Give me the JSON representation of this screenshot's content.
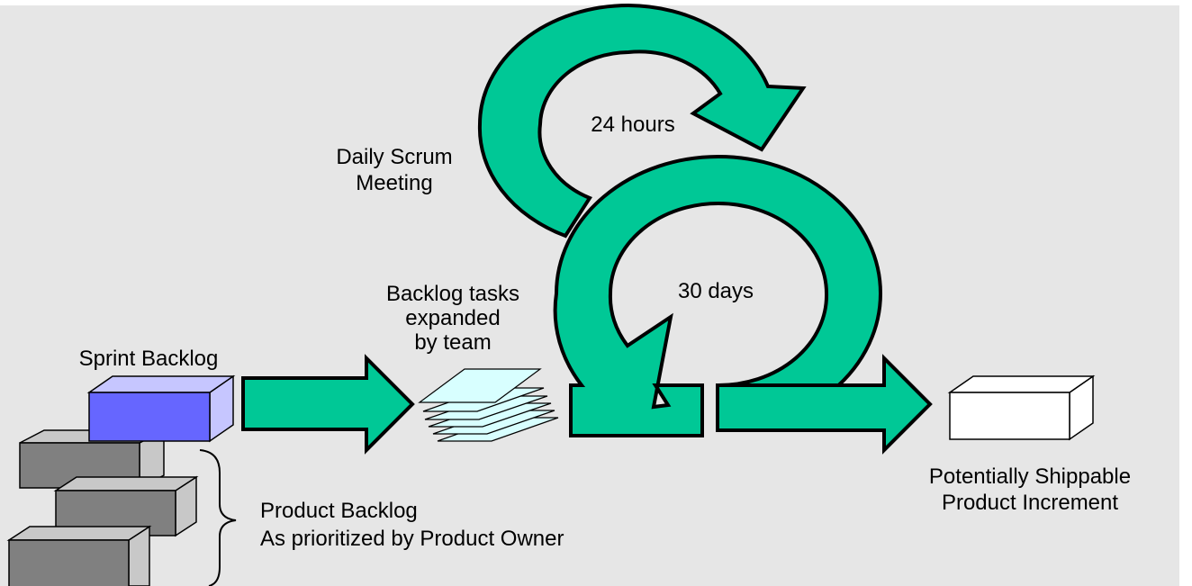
{
  "colors": {
    "background": "#e6e6e6",
    "arrow_fill": "#00c896",
    "sprint_backlog_fill": "#6666ff",
    "sprint_backlog_side": "#c6c6ff",
    "product_backlog_front": "#808080",
    "product_backlog_side": "#c8c8c8",
    "tasks_fill": "#d8ffff",
    "increment_fill": "#ffffff",
    "outline": "#000000"
  },
  "labels": {
    "sprint_backlog": "Sprint Backlog",
    "product_backlog_line1": "Product Backlog",
    "product_backlog_line2": "As prioritized by Product Owner",
    "tasks_line1": "Backlog tasks",
    "tasks_line2": "expanded",
    "tasks_line3": "by team",
    "daily_line1": "Daily Scrum",
    "daily_line2": "Meeting",
    "hours": "24 hours",
    "days": "30 days",
    "increment_line1": "Potentially Shippable",
    "increment_line2": "Product Increment"
  }
}
